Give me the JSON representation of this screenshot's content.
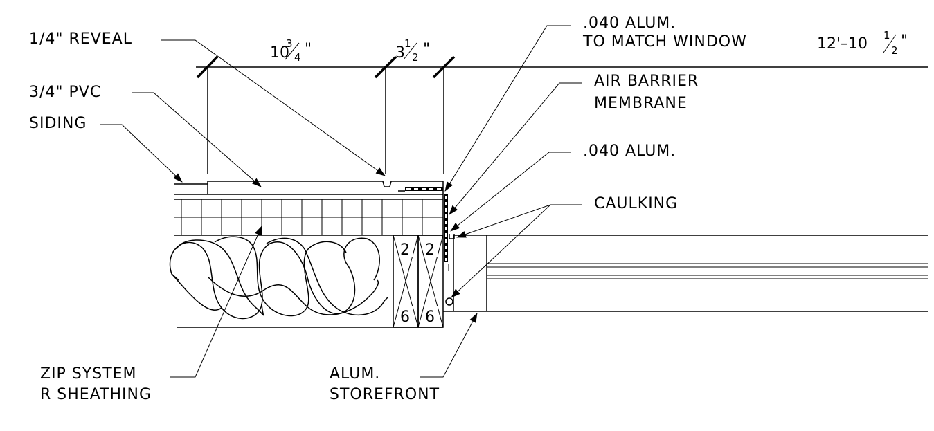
{
  "labels": {
    "reveal": "1/4\" REVEAL",
    "pvc": "3/4\" PVC",
    "siding": "SIDING",
    "alum_match_1": ".040 ALUM.",
    "alum_match_2": "TO MATCH WINDOW",
    "air_barrier_1": "AIR BARRIER",
    "air_barrier_2": "MEMBRANE",
    "alum": ".040 ALUM.",
    "caulking": "CAULKING",
    "zip_1": "ZIP SYSTEM",
    "zip_2": "R SHEATHING",
    "storefront_1": "ALUM.",
    "storefront_2": "STOREFRONT"
  },
  "dimensions": {
    "d1_whole": "10",
    "d1_num": "3",
    "d1_den": "4",
    "d2_whole": "3",
    "d2_num": "1",
    "d2_den": "2",
    "d3_prefix": "12'–10",
    "d3_num": "1",
    "d3_den": "2",
    "inch_mark": "\""
  },
  "stud_labels": {
    "top_left": "2",
    "top_right": "2",
    "bottom_left": "6",
    "bottom_right": "6"
  }
}
